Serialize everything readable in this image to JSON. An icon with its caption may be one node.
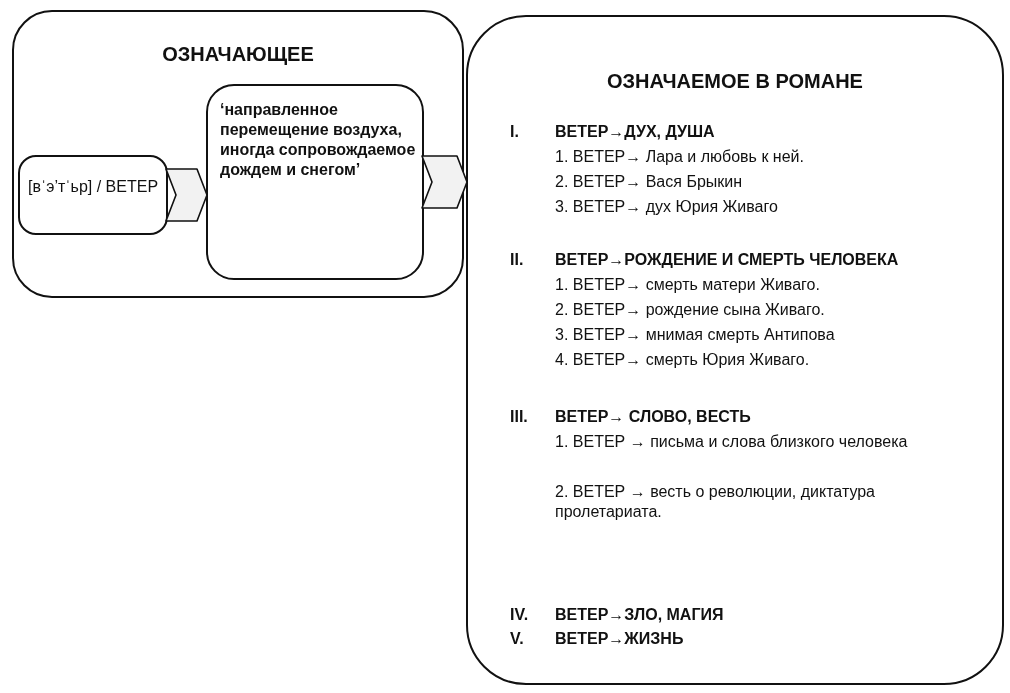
{
  "diagram": {
    "nodes": [
      {
        "text": [
          "ОЗНАЧАЮЩЕЕ"
        ]
      },
      {
        "text": [
          "[вˈэ’тˈьр] / ВЕТЕР"
        ],
        "in": 0
      },
      {
        "text": [
          "‘направленное перемещение воздуха, иногда сопровождаемое дождем и снегом’"
        ],
        "in": 0
      },
      {
        "text": [
          "ОЗНАЧАЕМОЕ В РОМАНЕ",
          "I.",
          "ВЕТЕР→ДУХ, ДУША",
          "1. ВЕТЕР→ Лара и любовь к ней.",
          "2. ВЕТЕР→ Вася Брыкин",
          "3. ВЕТЕР→ дух Юрия Живаго",
          "II.",
          "ВЕТЕР→РОЖДЕНИЕ И СМЕРТЬ ЧЕЛОВЕКА",
          "1. ВЕТЕР→ смерть матери Живаго.",
          "2. ВЕТЕР→ рождение сына Живаго.",
          "3. ВЕТЕР→ мнимая смерть Антипова",
          "4. ВЕТЕР→ смерть Юрия Живаго.",
          "III.",
          "ВЕТЕР→ СЛОВО, ВЕСТЬ",
          "1. ВЕТЕР → письма и слова близкого человека",
          "2. ВЕТЕР → весть о революции, диктатура пролетариата.",
          "IV.",
          "ВЕТЕР→ЗЛО, МАГИЯ",
          "V.",
          "ВЕТЕР→ЖИЗНЬ"
        ]
      }
    ],
    "edges": [
      {
        "from": 1,
        "to": 2,
        "arrow": "to"
      },
      {
        "from": 2,
        "to": 3,
        "arrow": "to"
      }
    ]
  }
}
